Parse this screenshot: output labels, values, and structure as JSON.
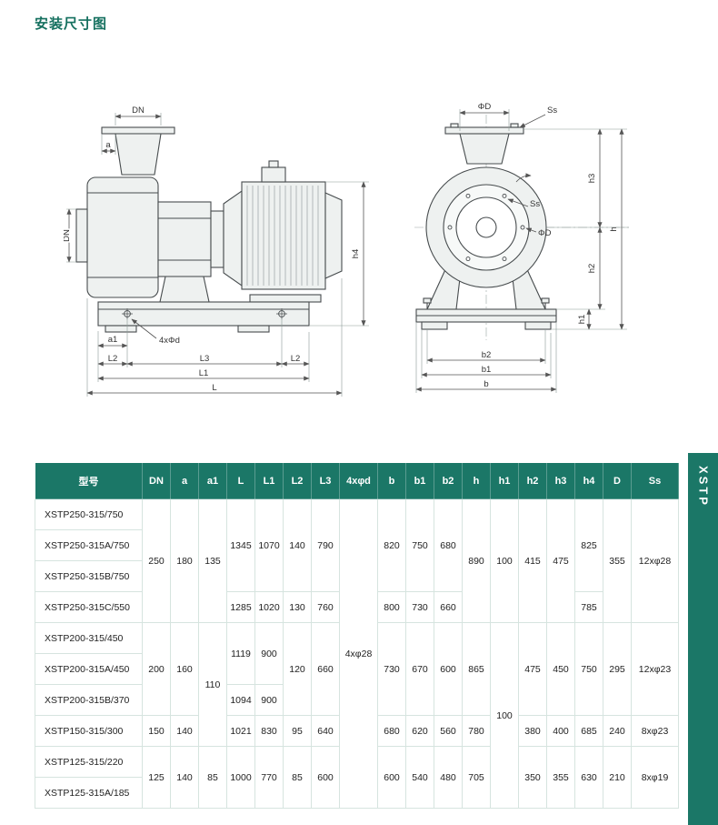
{
  "page": {
    "title": "安装尺寸图",
    "side_tab": "XSTP"
  },
  "diagram": {
    "left": {
      "dn_top": "DN",
      "a": "a",
      "dn_left": "DN",
      "h4": "h4",
      "a1": "a1",
      "bolt_note": "4xΦd",
      "l2_left": "L2",
      "l3": "L3",
      "l2_right": "L2",
      "l1": "L1",
      "l": "L"
    },
    "right": {
      "phi_d_top": "ΦD",
      "ss_top": "Ss",
      "ss_inner": "Ss",
      "phi_d_inner": "ΦD",
      "h3": "h3",
      "h": "h",
      "h2": "h2",
      "h1": "h1",
      "b2": "b2",
      "b1": "b1",
      "b": "b"
    }
  },
  "table": {
    "headers": [
      "型号",
      "DN",
      "a",
      "a1",
      "L",
      "L1",
      "L2",
      "L3",
      "4xφd",
      "b",
      "b1",
      "b2",
      "h",
      "h1",
      "h2",
      "h3",
      "h4",
      "D",
      "Ss"
    ],
    "rows": [
      [
        {
          "t": "XSTP250-315/750"
        },
        {
          "t": "250",
          "rs": 4
        },
        {
          "t": "180",
          "rs": 4
        },
        {
          "t": "135",
          "rs": 4
        },
        {
          "t": "1345",
          "rs": 3
        },
        {
          "t": "1070",
          "rs": 3
        },
        {
          "t": "140",
          "rs": 3
        },
        {
          "t": "790",
          "rs": 3
        },
        {
          "t": "4xφ28",
          "rs": 10
        },
        {
          "t": "820",
          "rs": 3
        },
        {
          "t": "750",
          "rs": 3
        },
        {
          "t": "680",
          "rs": 3
        },
        {
          "t": "890",
          "rs": 4
        },
        {
          "t": "100",
          "rs": 4
        },
        {
          "t": "415",
          "rs": 4
        },
        {
          "t": "475",
          "rs": 4
        },
        {
          "t": "825",
          "rs": 3
        },
        {
          "t": "355",
          "rs": 4
        },
        {
          "t": "12xφ28",
          "rs": 4
        }
      ],
      [
        {
          "t": "XSTP250-315A/750"
        }
      ],
      [
        {
          "t": "XSTP250-315B/750"
        }
      ],
      [
        {
          "t": "XSTP250-315C/550"
        },
        {
          "t": "1285"
        },
        {
          "t": "1020"
        },
        {
          "t": "130"
        },
        {
          "t": "760"
        },
        {
          "t": "800"
        },
        {
          "t": "730"
        },
        {
          "t": "660"
        },
        {
          "t": "785"
        }
      ],
      [
        {
          "t": "XSTP200-315/450"
        },
        {
          "t": "200",
          "rs": 3
        },
        {
          "t": "160",
          "rs": 3
        },
        {
          "t": "110",
          "rs": 4
        },
        {
          "t": "1119",
          "rs": 2
        },
        {
          "t": "900",
          "rs": 2
        },
        {
          "t": "120",
          "rs": 3
        },
        {
          "t": "660",
          "rs": 3
        },
        {
          "t": "730",
          "rs": 3
        },
        {
          "t": "670",
          "rs": 3
        },
        {
          "t": "600",
          "rs": 3
        },
        {
          "t": "865",
          "rs": 3
        },
        {
          "t": "100",
          "rs": 6
        },
        {
          "t": "475",
          "rs": 3
        },
        {
          "t": "450",
          "rs": 3
        },
        {
          "t": "750",
          "rs": 3
        },
        {
          "t": "295",
          "rs": 3
        },
        {
          "t": "12xφ23",
          "rs": 3
        }
      ],
      [
        {
          "t": "XSTP200-315A/450"
        }
      ],
      [
        {
          "t": "XSTP200-315B/370"
        },
        {
          "t": "1094"
        },
        {
          "t": "900"
        }
      ],
      [
        {
          "t": "XSTP150-315/300"
        },
        {
          "t": "150"
        },
        {
          "t": "140"
        },
        {
          "t": "1021"
        },
        {
          "t": "830"
        },
        {
          "t": "95"
        },
        {
          "t": "640"
        },
        {
          "t": "680"
        },
        {
          "t": "620"
        },
        {
          "t": "560"
        },
        {
          "t": "780"
        },
        {
          "t": "380"
        },
        {
          "t": "400"
        },
        {
          "t": "685"
        },
        {
          "t": "240"
        },
        {
          "t": "8xφ23"
        }
      ],
      [
        {
          "t": "XSTP125-315/220"
        },
        {
          "t": "125",
          "rs": 2
        },
        {
          "t": "140",
          "rs": 2
        },
        {
          "t": "85",
          "rs": 2
        },
        {
          "t": "1000",
          "rs": 2
        },
        {
          "t": "770",
          "rs": 2
        },
        {
          "t": "85",
          "rs": 2
        },
        {
          "t": "600",
          "rs": 2
        },
        {
          "t": "600",
          "rs": 2
        },
        {
          "t": "540",
          "rs": 2
        },
        {
          "t": "480",
          "rs": 2
        },
        {
          "t": "705",
          "rs": 2
        },
        {
          "t": "350",
          "rs": 2
        },
        {
          "t": "355",
          "rs": 2
        },
        {
          "t": "630",
          "rs": 2
        },
        {
          "t": "210",
          "rs": 2
        },
        {
          "t": "8xφ19",
          "rs": 2
        }
      ],
      [
        {
          "t": "XSTP125-315A/185"
        }
      ]
    ]
  }
}
